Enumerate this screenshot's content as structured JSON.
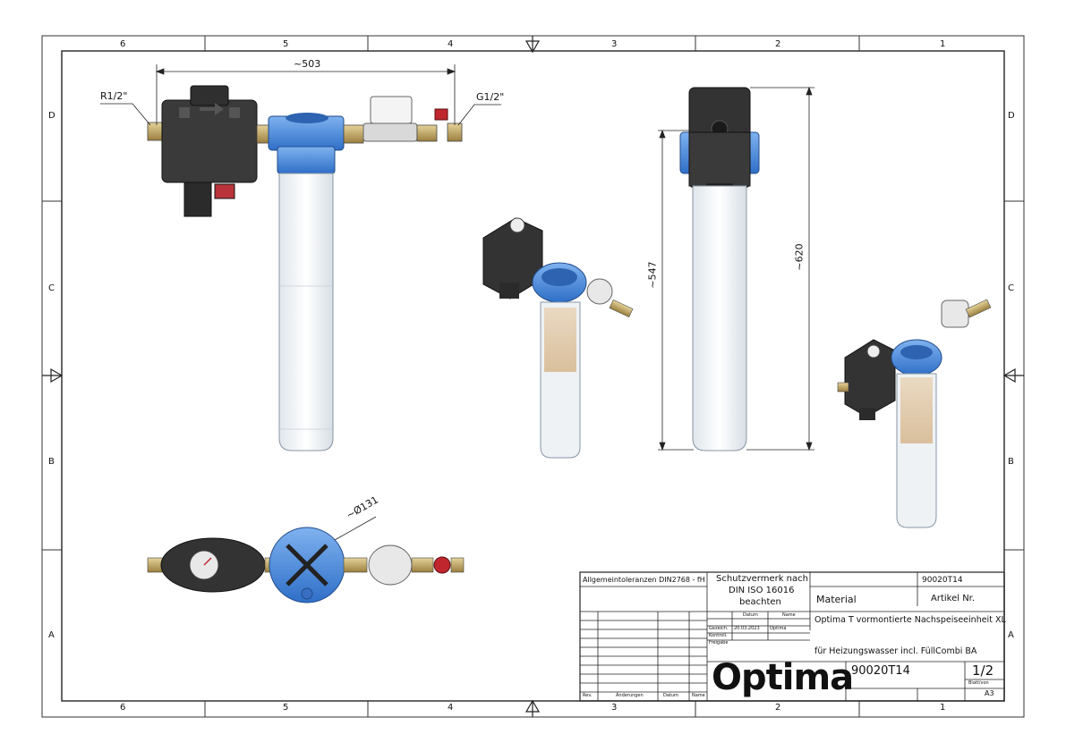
{
  "zones": {
    "columns": [
      "6",
      "5",
      "4",
      "3",
      "2",
      "1"
    ],
    "rows": [
      "D",
      "C",
      "B",
      "A"
    ]
  },
  "dimensions": {
    "width_overall": "~503",
    "height_housing": "~547",
    "height_overall": "~620",
    "diameter": "~Ø131",
    "inlet_thread": "R1/2\"",
    "outlet_thread": "G1/2\""
  },
  "title_block": {
    "tolerances": "Allgemeintoleranzen DIN2768 - fH",
    "protection_note_l1": "Schutzvermerk nach",
    "protection_note_l2": "DIN ISO 16016",
    "protection_note_l3": "beachten",
    "article_number_value": "90020T14",
    "material_label": "Material",
    "article_label": "Artikel Nr.",
    "col_date": "Datum",
    "col_name": "Name",
    "row_drawn": "Gezeich.",
    "row_checked": "Kontroll.",
    "row_approved": "Freigabe",
    "drawn_date": "20.03.2023",
    "drawn_name": "Optima",
    "title_line1": "Optima T vormontierte Nachspeiseeinheit XL",
    "title_line2": "für Heizungswasser incl. FüllCombi BA",
    "company_logo": "Optima",
    "drawing_number": "90020T14",
    "sheet": "1/2",
    "sheet_label": "Blatt/von",
    "format": "A3",
    "rev_label": "Rev.",
    "changes_label": "Änderungen",
    "date_label": "Datum",
    "name_label": "Name"
  },
  "colors": {
    "accent_blue": "#3d7fd6",
    "housing_black": "#2b2b2b",
    "brass": "#b89a5a",
    "valve_red": "#c0262d"
  }
}
